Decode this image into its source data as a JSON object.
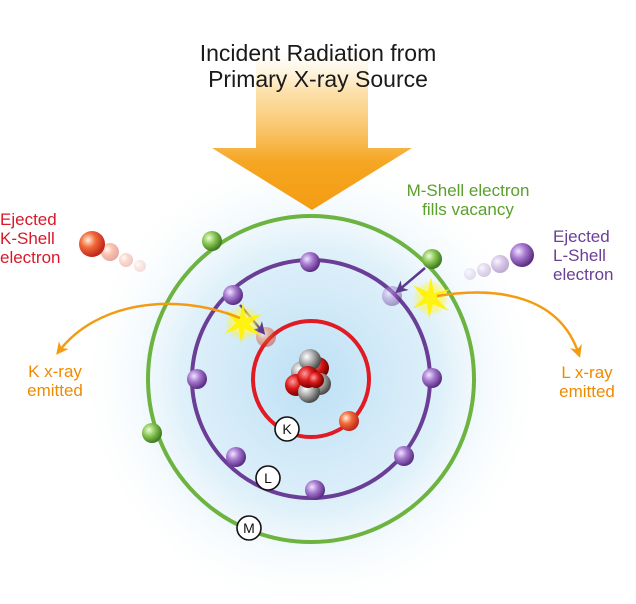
{
  "title": {
    "line1": "Incident Radiation from",
    "line2": "Primary X-ray Source"
  },
  "labels": {
    "ejected_k": [
      "Ejected",
      "K-Shell",
      "electron"
    ],
    "ejected_l": [
      "Ejected",
      "L-Shell",
      "electron"
    ],
    "m_shell_fills": [
      "M-Shell electron",
      "fills vacancy"
    ],
    "k_xray": [
      "K x-ray",
      "emitted"
    ],
    "l_xray": [
      "L x-ray",
      "emitted"
    ]
  },
  "shells": {
    "k": "K",
    "l": "L",
    "m": "M"
  },
  "colors": {
    "k_shell": "#e01b24",
    "l_shell": "#6a3d96",
    "m_shell": "#6cb33f",
    "xray_arrow": "#f39c12",
    "incident_arrow": "#f7a823",
    "glow": "#d6ecf8"
  }
}
